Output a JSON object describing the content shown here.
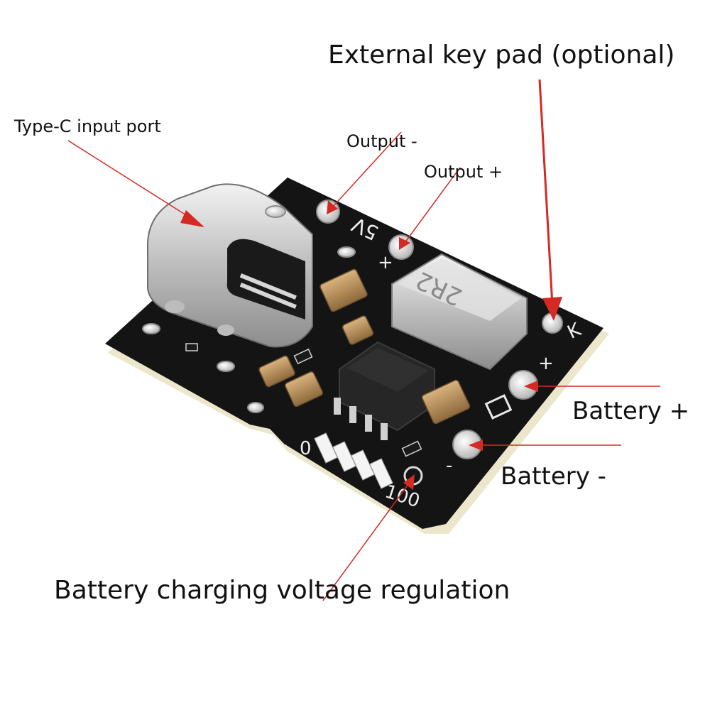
{
  "labels": {
    "external_key": "External key pad (optional)",
    "typec_input": "Type-C input port",
    "output_neg": "Output -",
    "output_pos": "Output +",
    "battery_pos": "Battery +",
    "battery_neg": "Battery -",
    "charging_regulation": "Battery charging voltage regulation"
  },
  "board_silkscreen": {
    "voltage": "5V",
    "plus": "+",
    "minus": "-",
    "key": "K",
    "inductor_code": "2R2",
    "scale_low": "0",
    "scale_high": "100"
  },
  "colors": {
    "arrow": "#d42a23",
    "pcb": "#141414",
    "pcb_edge": "#e9e3c6",
    "metal": "#c9c9c9",
    "capacitor": "#b8915e",
    "label_text": "#111111"
  }
}
